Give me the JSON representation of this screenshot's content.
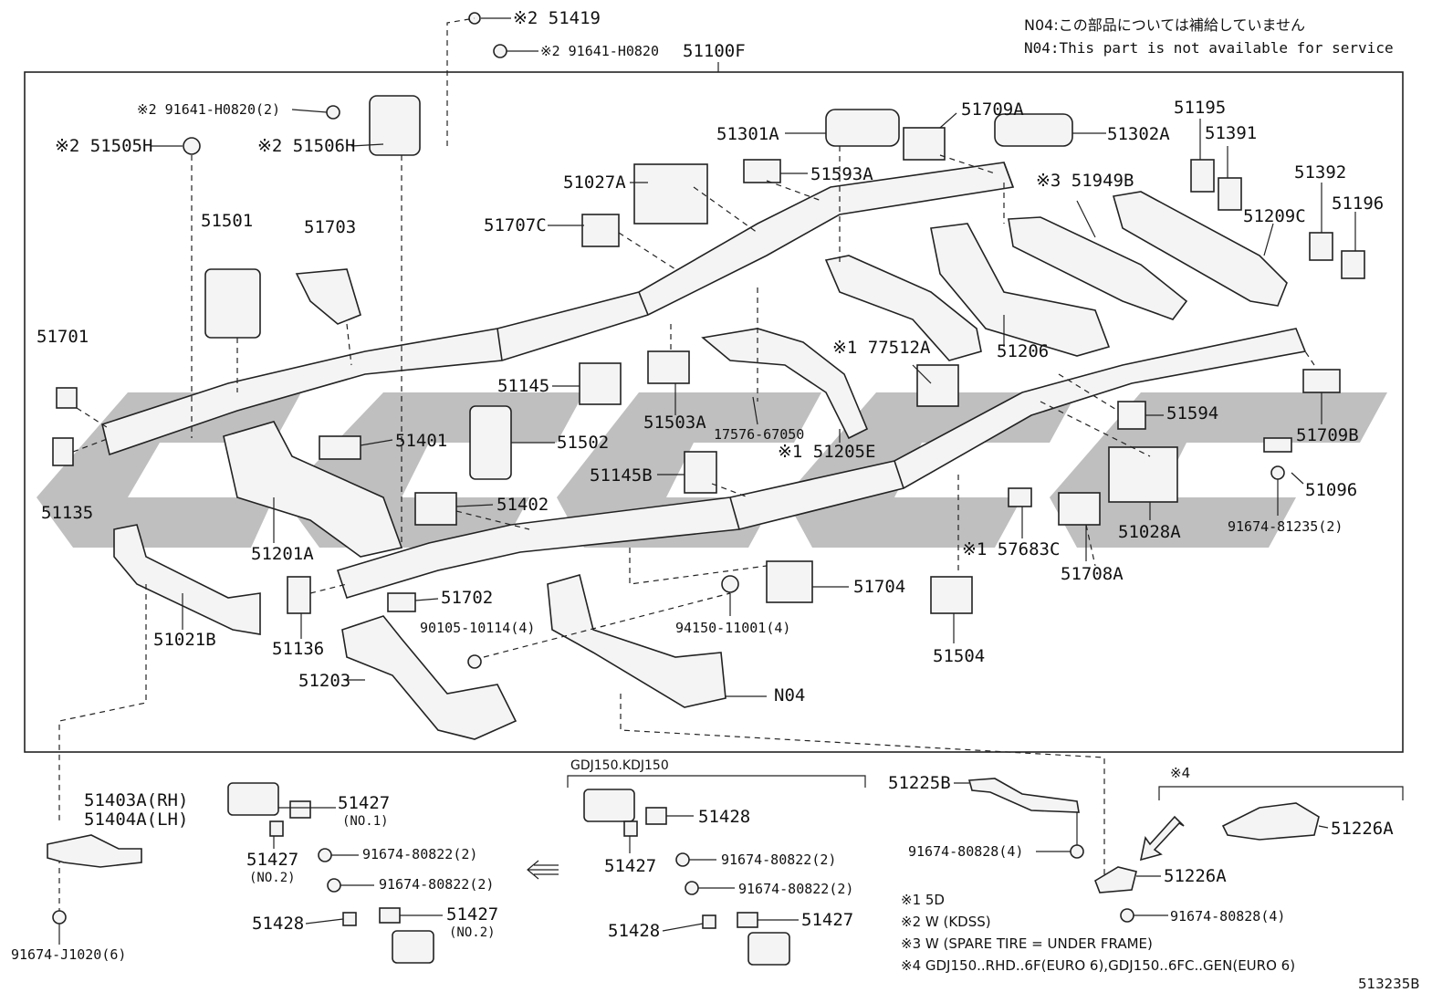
{
  "notes": {
    "n04_ja": "N04:この部品については補給していません",
    "n04_en": "N04:This part is not available for service"
  },
  "frame_label": "51100F",
  "group_label": "GDJ150.KDJ150",
  "group4_mark": "※4",
  "legend": [
    "※1 5D",
    "※2 W (KDSS)",
    "※3 W (SPARE TIRE = UNDER FRAME)",
    "※4 GDJ150..RHD..6F(EURO 6),GDJ150..6FC..GEN(EURO 6)"
  ],
  "figure_code": "513235B",
  "parts": {
    "p51419": "※2 51419",
    "p91641_top": "※2 91641-H0820",
    "p91641_2": "※2 91641-H0820(2)",
    "p51505H": "※2 51505H",
    "p51506H": "※2 51506H",
    "p51501": "51501",
    "p51703": "51703",
    "p51701": "51701",
    "p51135": "51135",
    "p51401": "51401",
    "p51502": "51502",
    "p51402": "51402",
    "p51201A": "51201A",
    "p51021B": "51021B",
    "p51136": "51136",
    "p51702": "51702",
    "p90105": "90105-10114(4)",
    "p51203": "51203",
    "p94150": "94150-11001(4)",
    "pN04": "N04",
    "p51704": "51704",
    "p51504": "51504",
    "p51301A": "51301A",
    "p51709A": "51709A",
    "p51302A": "51302A",
    "p51027A": "51027A",
    "p51593A": "51593A",
    "p51707C": "51707C",
    "p51145": "51145",
    "p51503A": "51503A",
    "p17576": "17576-67050",
    "p51205E": "※1 51205E",
    "p51145B": "51145B",
    "p77512A": "※1 77512A",
    "p51206": "51206",
    "p51949B": "※3 51949B",
    "p51195": "51195",
    "p51391": "51391",
    "p51392": "51392",
    "p51196": "51196",
    "p51209C": "51209C",
    "p51594": "51594",
    "p51709B": "51709B",
    "p51096": "51096",
    "p91674_81235": "91674-81235(2)",
    "p51028A": "51028A",
    "p51708A": "51708A",
    "p57683C": "※1 57683C",
    "p51403A": "51403A(RH)",
    "p51404A": "51404A(LH)",
    "p91674_J1020": "91674-J1020(6)",
    "pL51427_no1": "51427",
    "pL51427_no1_sub": "(NO.1)",
    "pL51427_no2a": "51427",
    "pL51427_no2a_sub": "(NO.2)",
    "pL91674_a": "91674-80822(2)",
    "pL91674_b": "91674-80822(2)",
    "pL51428": "51428",
    "pL51427_no2b": "51427",
    "pL51427_no2b_sub": "(NO.2)",
    "pR51428a": "51428",
    "pR51427a": "51427",
    "pR91674_a": "91674-80822(2)",
    "pR91674_b": "91674-80822(2)",
    "pR51428b": "51428",
    "pR51427b": "51427",
    "p51225B": "51225B",
    "p91674_80828_a": "91674-80828(4)",
    "p51226A_a": "51226A",
    "p51226A_b": "51226A",
    "p91674_80828_b": "91674-80828(4)"
  }
}
